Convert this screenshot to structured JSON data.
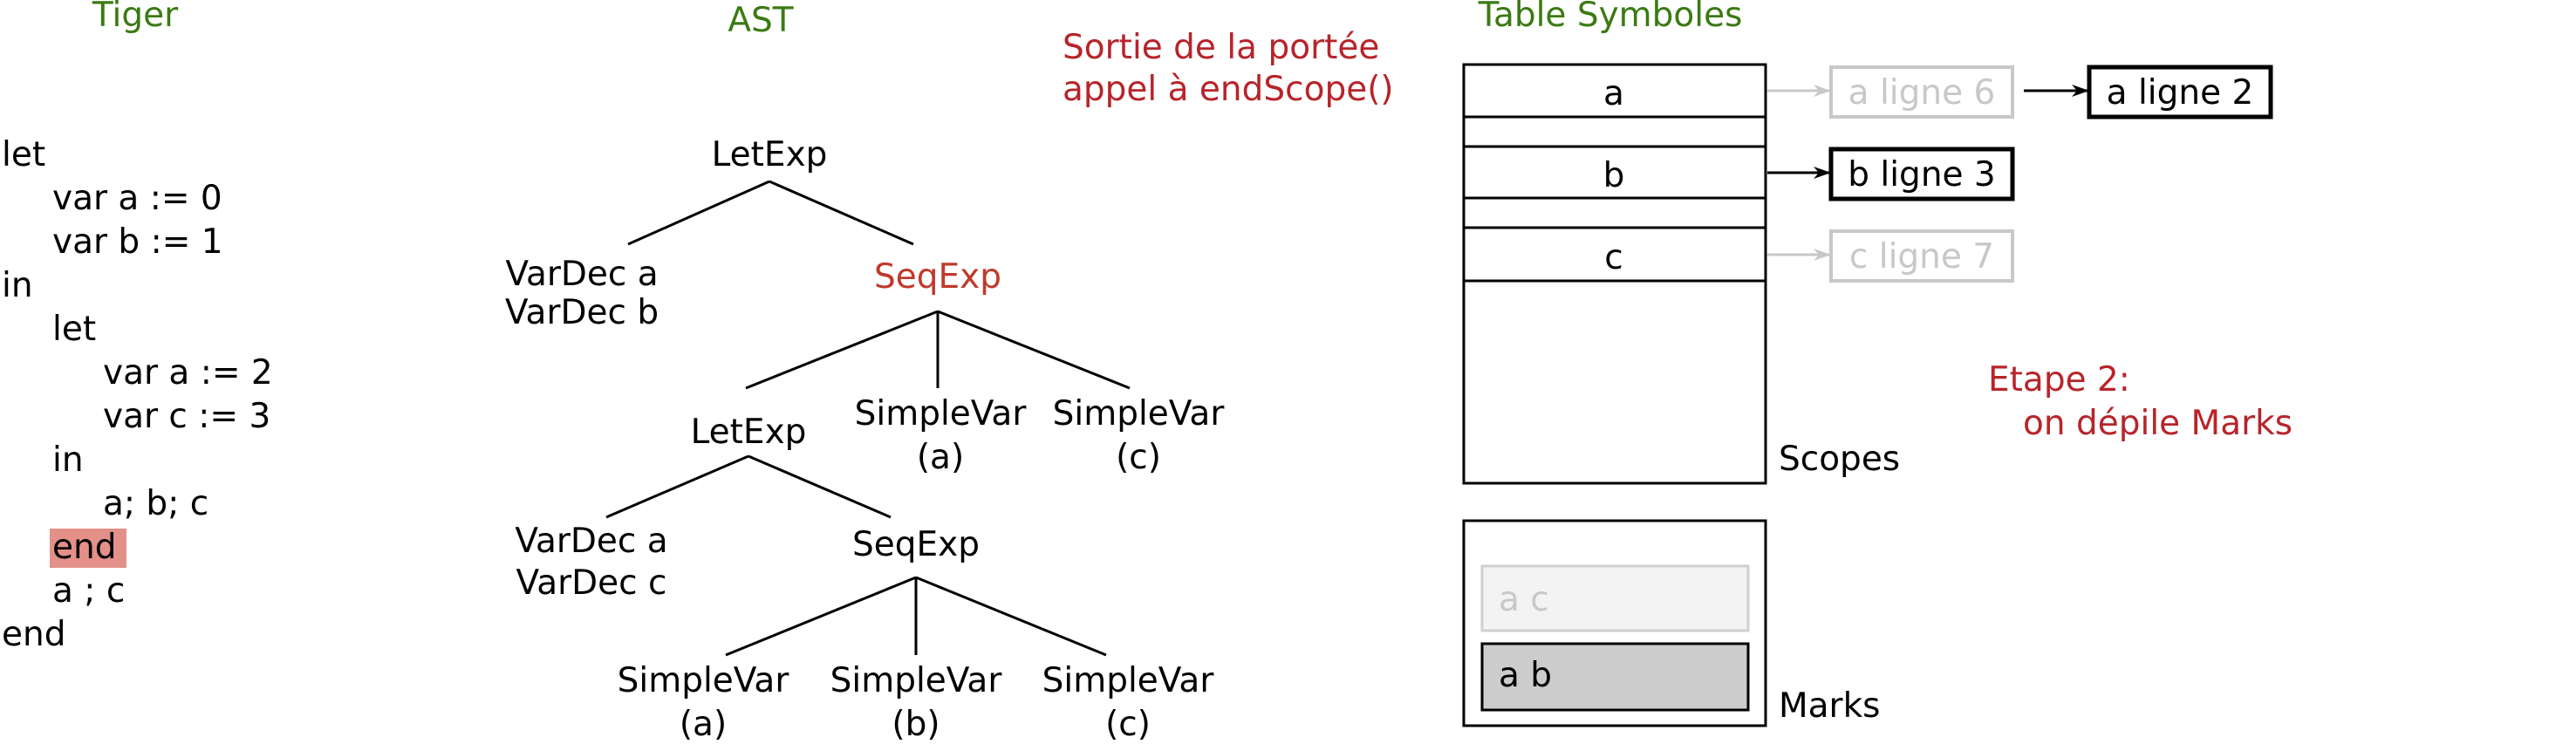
{
  "colors": {
    "title_green": "#3b7a13",
    "annotation_red": "#b7242a",
    "selected_node_red": "#c0392b",
    "end_highlight": "#e39089",
    "inactive_gray": "#c8c8c8",
    "mark_active_fill": "#cccccc",
    "mark_inactive_fill": "#f3f3f3"
  },
  "tiger": {
    "title": "Tiger",
    "lines": [
      {
        "text": "let",
        "indent": 0
      },
      {
        "text": "var a := 0",
        "indent": 1
      },
      {
        "text": "var b := 1",
        "indent": 1
      },
      {
        "text": "in",
        "indent": 0
      },
      {
        "text": "let",
        "indent": 1
      },
      {
        "text": "var a := 2",
        "indent": 2
      },
      {
        "text": "var c := 3",
        "indent": 2
      },
      {
        "text": "in",
        "indent": 1
      },
      {
        "text": "a; b; c",
        "indent": 2
      },
      {
        "text": "end",
        "indent": 1,
        "highlight": true
      },
      {
        "text": "a ; c",
        "indent": 1
      },
      {
        "text": "end",
        "indent": 0
      }
    ]
  },
  "ast": {
    "title": "AST",
    "nodes": {
      "root": "LetExp",
      "decs1": [
        "VarDec a",
        "VarDec b"
      ],
      "seq1": "SeqExp",
      "inner_let": "LetExp",
      "sv_a1": [
        "SimpleVar",
        "(a)"
      ],
      "sv_c1": [
        "SimpleVar",
        "(c)"
      ],
      "decs2": [
        "VarDec a",
        "VarDec c"
      ],
      "seq2": "SeqExp",
      "sv_a2": [
        "SimpleVar",
        "(a)"
      ],
      "sv_b2": [
        "SimpleVar",
        "(b)"
      ],
      "sv_c2": [
        "SimpleVar",
        "(c)"
      ]
    }
  },
  "annotation": {
    "lines": [
      "Sortie de la portée",
      "appel à endScope()"
    ]
  },
  "symbols": {
    "title": "Table Symboles",
    "rows": [
      {
        "key": "a",
        "chain": [
          {
            "text": "a ligne 6",
            "active": false
          },
          {
            "text": "a ligne 2",
            "active": true
          }
        ]
      },
      {
        "key": "b",
        "chain": [
          {
            "text": "b ligne 3",
            "active": true
          }
        ]
      },
      {
        "key": "c",
        "chain": [
          {
            "text": "c ligne 7",
            "active": false
          }
        ]
      }
    ],
    "scopes_label": "Scopes",
    "marks_label": "Marks",
    "marks": [
      {
        "text": "a c",
        "active": false
      },
      {
        "text": "a b",
        "active": true
      }
    ]
  },
  "step": {
    "lines": [
      "Etape 2:",
      "on dépile Marks"
    ]
  }
}
